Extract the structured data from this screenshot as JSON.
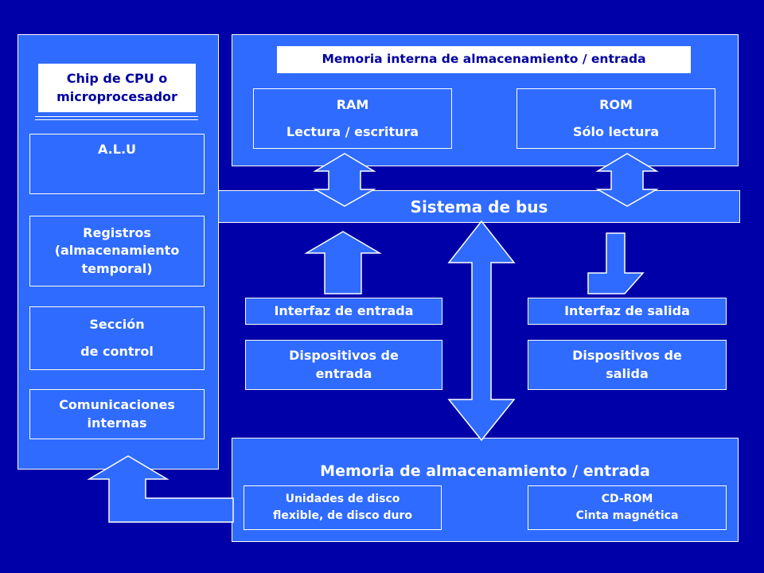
{
  "colors": {
    "background": "#0000a8",
    "box": "#2f6bff",
    "border": "#ffffff",
    "title_text": "#0000a0"
  },
  "cpu": {
    "title": [
      "Chip de CPU o",
      "microprocesador"
    ],
    "alu": "A.L.U",
    "registers": [
      "Registros",
      "(almacenamiento",
      "temporal)"
    ],
    "control": [
      "Sección",
      "de control"
    ],
    "internal_comms": [
      "Comunicaciones",
      "internas"
    ]
  },
  "internal_memory": {
    "title": "Memoria interna de almacenamiento / entrada",
    "ram": [
      "RAM",
      "Lectura / escritura"
    ],
    "rom": [
      "ROM",
      "Sólo lectura"
    ]
  },
  "bus": {
    "label": "Sistema de bus"
  },
  "input": {
    "interface": "Interfaz de entrada",
    "devices": [
      "Dispositivos de",
      "entrada"
    ]
  },
  "output": {
    "interface": "Interfaz de salida",
    "devices": [
      "Dispositivos de",
      "salida"
    ]
  },
  "storage": {
    "title": "Memoria de almacenamiento / entrada",
    "disks": [
      "Unidades de disco",
      "flexible, de disco duro"
    ],
    "cdrom": [
      "CD-ROM",
      "Cinta magnética"
    ]
  }
}
